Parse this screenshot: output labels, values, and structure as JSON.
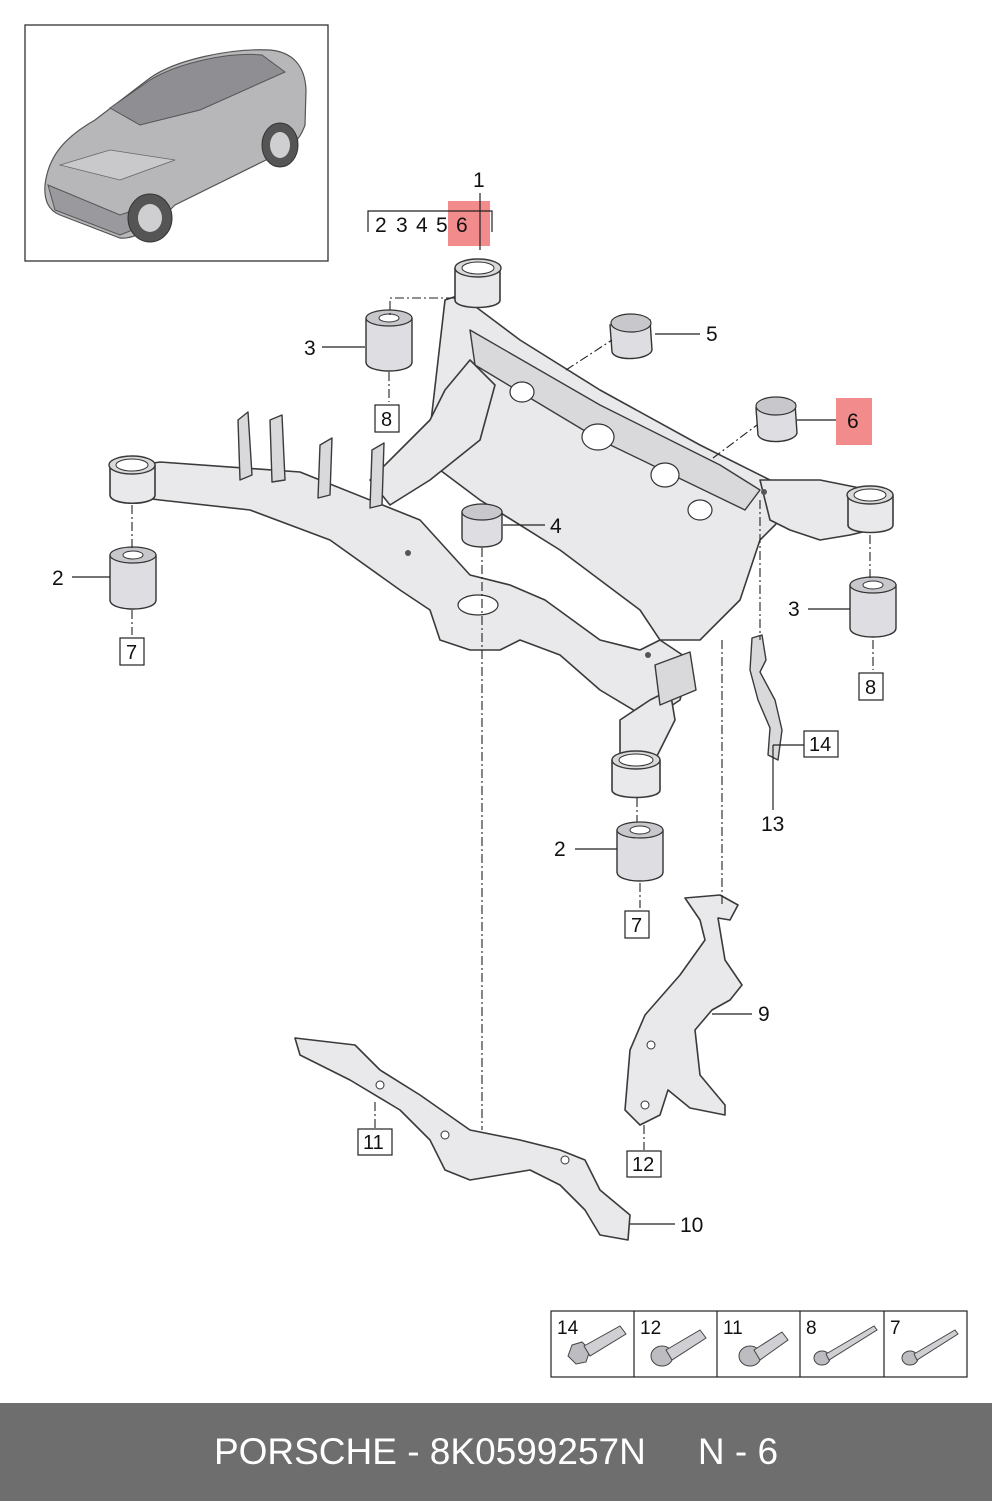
{
  "callouts": {
    "c1": "1",
    "c2a": "2",
    "c2b": "2",
    "c3a": "3",
    "c3b": "3",
    "c4": "4",
    "c5": "5",
    "c6": "6",
    "c9": "9",
    "c10": "10",
    "c13": "13"
  },
  "group_header": {
    "items": [
      "2",
      "3",
      "4",
      "5",
      "6"
    ],
    "highlight": "6"
  },
  "boxed": {
    "b7a": "7",
    "b7b": "7",
    "b8a": "8",
    "b8b": "8",
    "b11": "11",
    "b12": "12",
    "b14": "14"
  },
  "fastener_table": {
    "cells": [
      {
        "label": "14",
        "icon": "hex-socket-bolt-icon"
      },
      {
        "label": "12",
        "icon": "flange-bolt-icon"
      },
      {
        "label": "11",
        "icon": "flange-bolt-icon"
      },
      {
        "label": "8",
        "icon": "long-bolt-icon"
      },
      {
        "label": "7",
        "icon": "long-bolt-icon"
      }
    ]
  },
  "footer": {
    "brand_part": "PORSCHE - 8K0599257N",
    "ref": "N - 6"
  },
  "colors": {
    "highlight": "#f28b8b",
    "footer_bg": "#6e6e6e",
    "part_fill": "#e9e9eb"
  }
}
